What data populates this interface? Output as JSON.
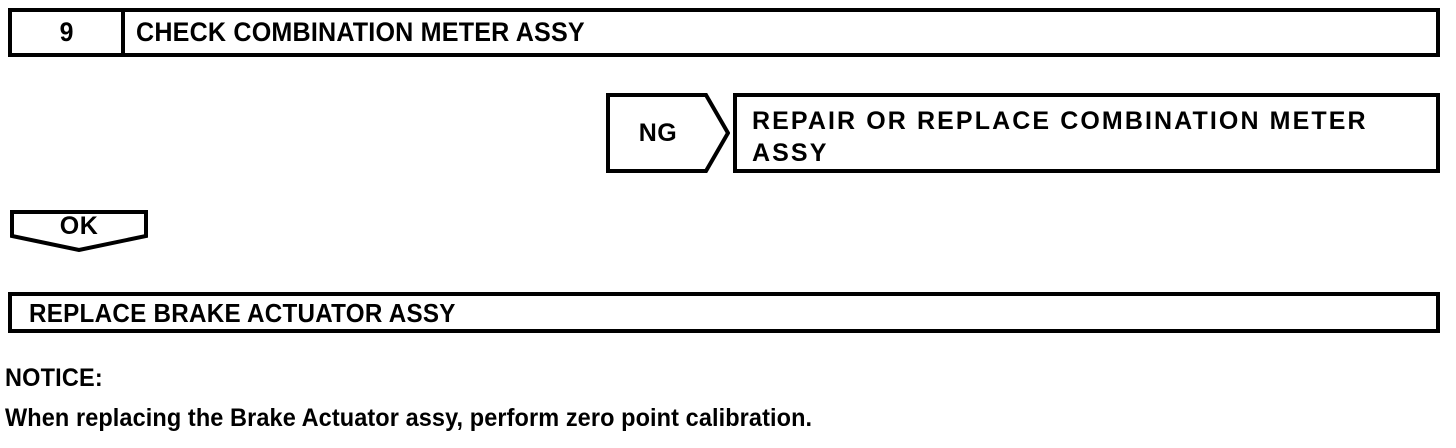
{
  "document": {
    "type": "automotive-service-manual-flowchart"
  },
  "step_header": {
    "number": "9",
    "title": "CHECK COMBINATION METER ASSY"
  },
  "branches": {
    "ng": {
      "label": "NG",
      "result": "REPAIR OR REPLACE COMBINATION METER ASSY"
    },
    "ok": {
      "label": "OK"
    }
  },
  "final_action": {
    "text": "REPLACE BRAKE ACTUATOR ASSY"
  },
  "notice": {
    "heading": "NOTICE:",
    "body": "When replacing the Brake Actuator assy, perform zero point calibration."
  },
  "colors": {
    "ink": "#000000",
    "paper": "#ffffff"
  }
}
